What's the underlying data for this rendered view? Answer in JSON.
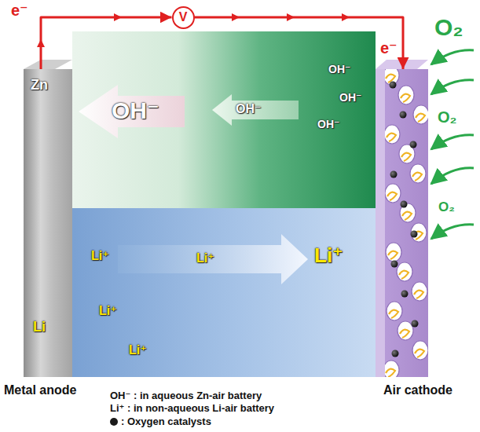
{
  "diagram": {
    "nodes": [
      {
        "text": [
          "Zn",
          "Li",
          "Metal anode"
        ]
      },
      {
        "text": [
          "V"
        ]
      },
      {
        "text": [
          "Air cathode"
        ]
      },
      {
        "text": [
          "OH⁻",
          "OH⁻",
          "OH⁻",
          "OH⁻",
          "OH⁻"
        ]
      },
      {
        "text": [
          "Li⁺",
          "Li⁺",
          "Li⁺",
          "Li⁺",
          "Li⁺"
        ]
      }
    ],
    "edges": [
      {
        "from": 0,
        "to": 1,
        "arrow": "to"
      },
      {
        "from": 1,
        "to": 2,
        "arrow": "to"
      }
    ],
    "labels": [
      "e⁻",
      "e⁻",
      "O₂",
      "O₂",
      "O₂",
      "OH⁻ : in aqueous Zn-air battery",
      "Li⁺ : in non-aqueous Li-air battery"
    ],
    "legend": [
      {
        "text": ": Oxygen catalysts",
        "color": "#1a1a1a"
      }
    ]
  }
}
